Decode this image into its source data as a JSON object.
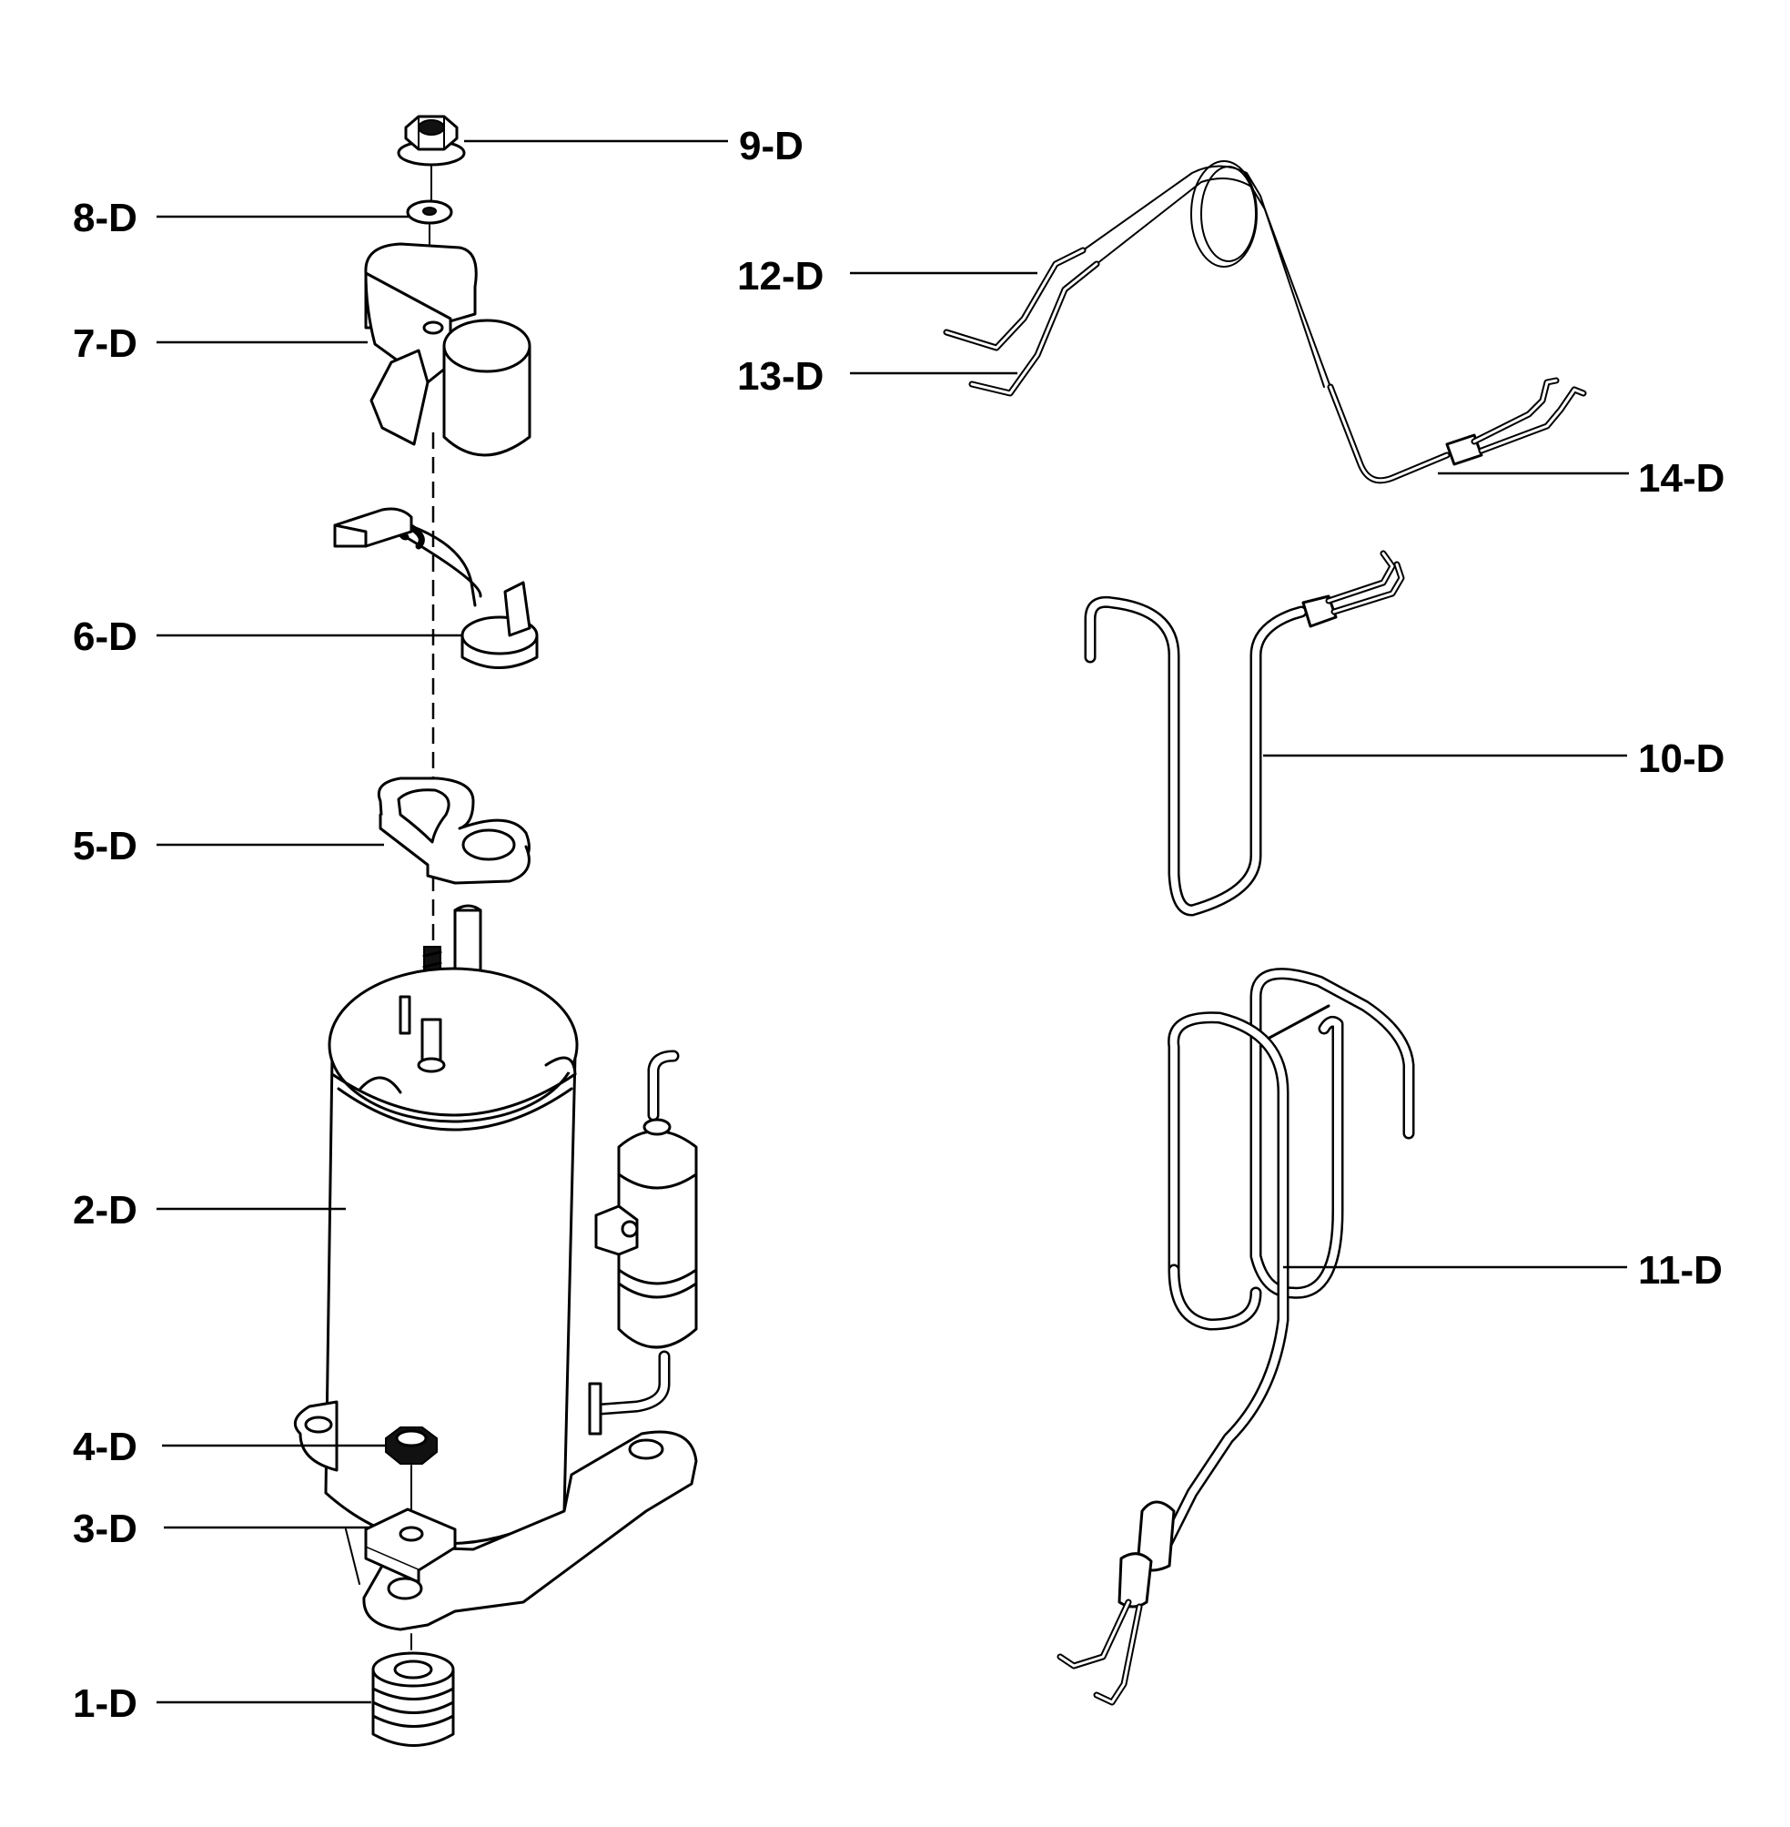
{
  "labels": {
    "p1": "1-D",
    "p2": "2-D",
    "p3": "3-D",
    "p4": "4-D",
    "p5": "5-D",
    "p6": "6-D",
    "p7": "7-D",
    "p8": "8-D",
    "p9": "9-D",
    "p10": "10-D",
    "p11": "11-D",
    "p12": "12-D",
    "p13": "13-D",
    "p14": "14-D"
  }
}
